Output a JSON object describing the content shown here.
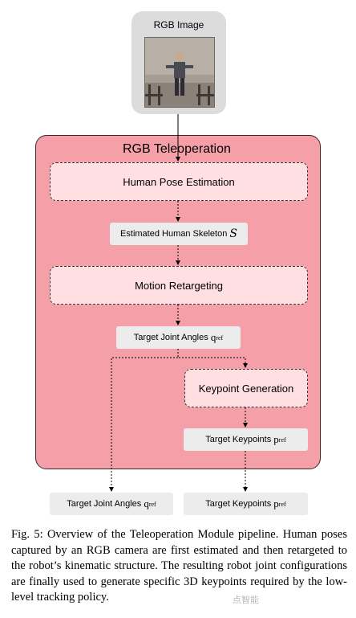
{
  "input": {
    "label": "RGB Image"
  },
  "module": {
    "title": "RGB Teleoperation"
  },
  "nodes": {
    "pose_estimation": "Human Pose Estimation",
    "skeleton_label": "Estimated Human Skeleton",
    "skeleton_symbol": "S",
    "motion_retargeting": "Motion Retargeting",
    "joint_angles_label": "Target Joint Angles",
    "joint_angles_symbol": "q",
    "joint_angles_sub": "ref",
    "keypoint_generation": "Keypoint Generation",
    "keypoints_label": "Target Keypoints",
    "keypoints_symbol": "p",
    "keypoints_sub": "ref"
  },
  "outputs": {
    "joint_angles_label": "Target Joint Angles",
    "joint_angles_symbol": "q",
    "joint_angles_sub": "ref",
    "keypoints_label": "Target Keypoints",
    "keypoints_symbol": "p",
    "keypoints_sub": "ref"
  },
  "caption": "Fig. 5: Overview of the Teleoperation Module pipeline. Human poses captured by an RGB camera are first estimated and then retargeted to the robot’s kinematic structure. The resulting robot joint configurations are finally used to generate specific 3D keypoints required by the low-level tracking policy.",
  "watermark": "点智能",
  "colors": {
    "module_fill": "#f5a0a8",
    "dashed_fill": "#ffdfe2",
    "gray_fill": "#ececec"
  }
}
